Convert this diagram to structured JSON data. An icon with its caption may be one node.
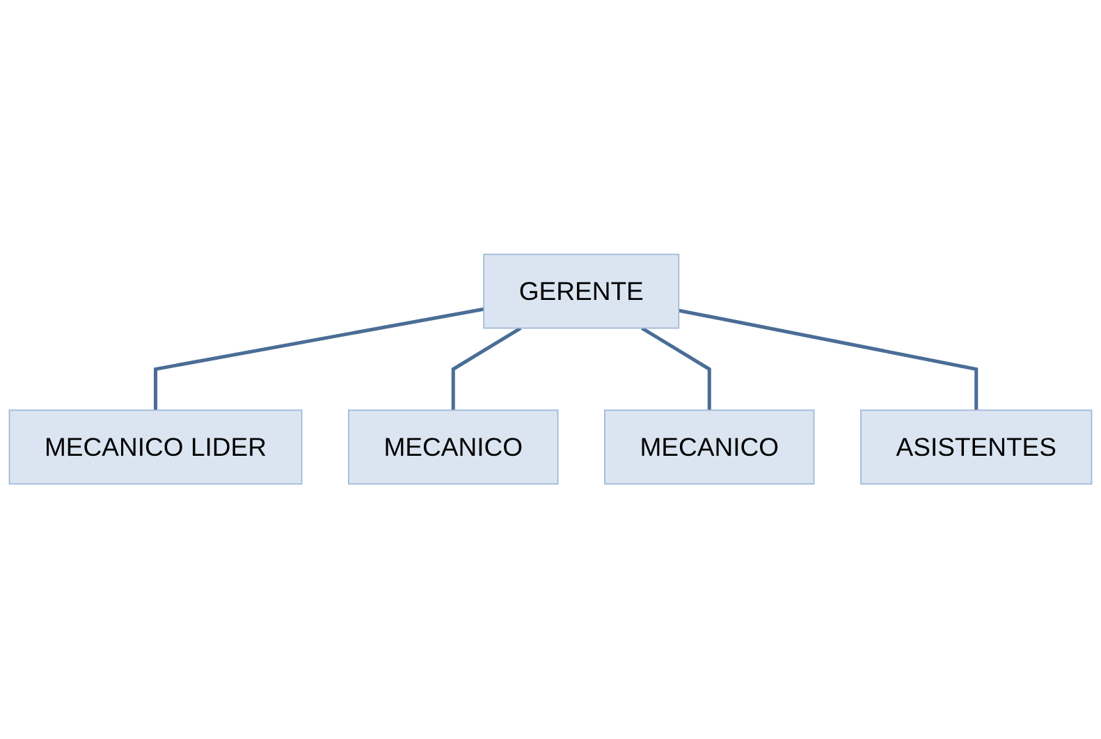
{
  "diagram": {
    "nodes": [
      {
        "text": [
          "GERENTE"
        ]
      },
      {
        "text": [
          "MECANICO LIDER"
        ]
      },
      {
        "text": [
          "MECANICO"
        ]
      },
      {
        "text": [
          "MECANICO"
        ]
      },
      {
        "text": [
          "ASISTENTES"
        ]
      }
    ],
    "edges": [
      {
        "from": 0,
        "to": 1,
        "arrow": "none"
      },
      {
        "from": 0,
        "to": 2,
        "arrow": "none"
      },
      {
        "from": 0,
        "to": 3,
        "arrow": "none"
      },
      {
        "from": 0,
        "to": 4,
        "arrow": "none"
      }
    ]
  }
}
